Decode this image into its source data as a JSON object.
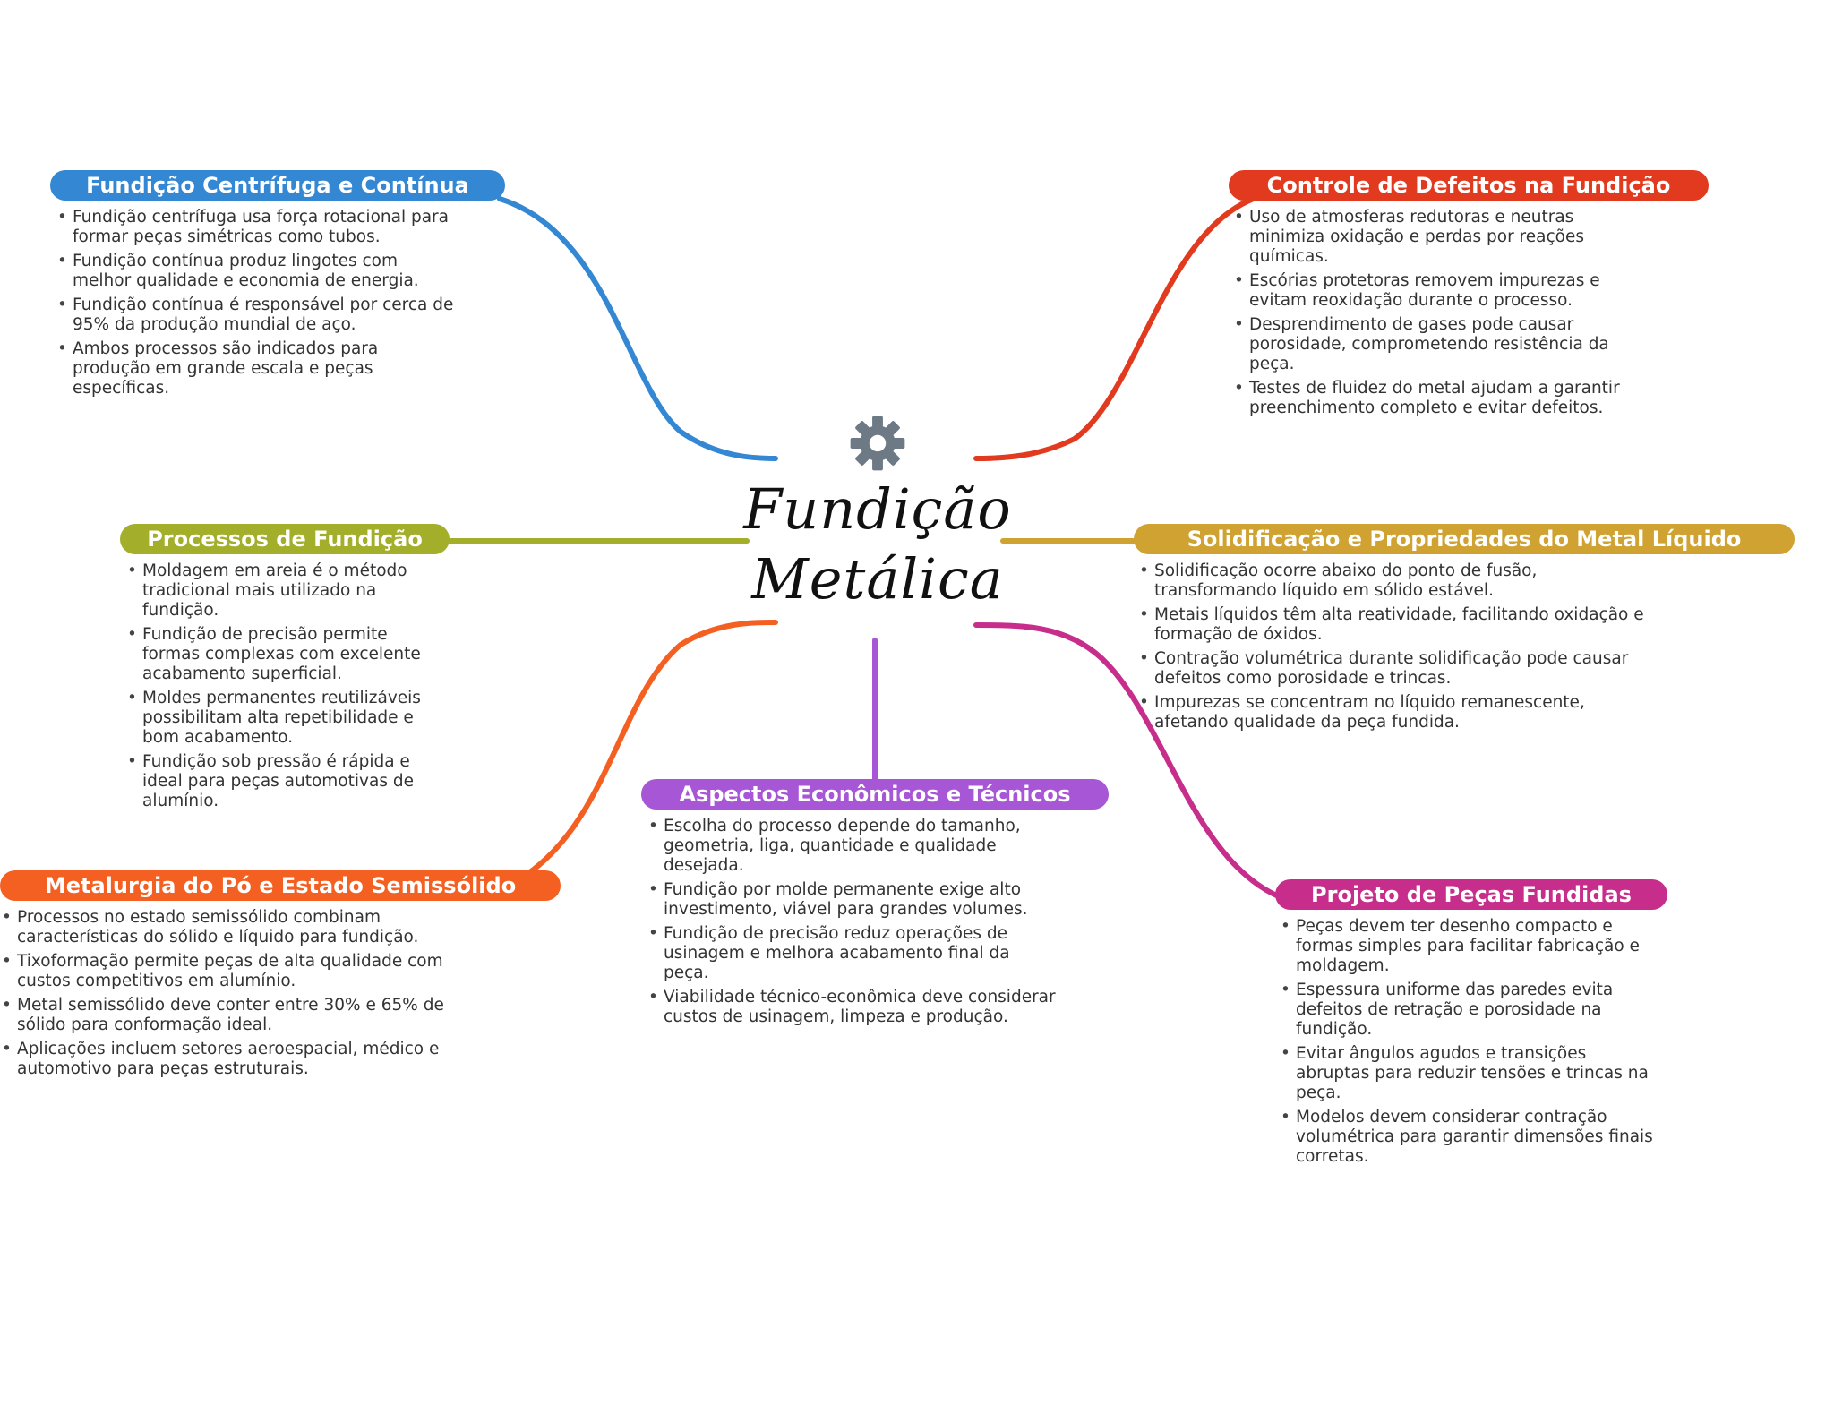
{
  "center": {
    "title_line1": "Fundição",
    "title_line2": "Metálica",
    "icon": "gear-icon"
  },
  "colors": {
    "blue": "#3487D3",
    "red": "#E13A1F",
    "olive": "#A3AE2A",
    "gold": "#CFA231",
    "orange": "#F46022",
    "purple": "#A757D5",
    "magenta": "#C72E8C",
    "gear": "#6D7A86"
  },
  "branches": [
    {
      "id": "centrifuga",
      "color": "#3487D3",
      "title": "Fundição Centrífuga e Contínua",
      "notes": [
        "Fundição centrífuga usa força rotacional para formar peças simétricas como tubos.",
        "Fundição contínua produz lingotes com melhor qualidade e economia de energia.",
        "Fundição contínua é responsável por cerca de 95% da produção mundial de aço.",
        "Ambos processos são indicados para produção em grande escala e peças específicas."
      ]
    },
    {
      "id": "defeitos",
      "color": "#E13A1F",
      "title": "Controle de Defeitos na Fundição",
      "notes": [
        "Uso de atmosferas redutoras e neutras minimiza oxidação e perdas por reações químicas.",
        "Escórias protetoras removem impurezas e evitam reoxidação durante o processo.",
        "Desprendimento de gases pode causar porosidade, comprometendo resistência da peça.",
        "Testes de fluidez do metal ajudam a garantir preenchimento completo e evitar defeitos."
      ]
    },
    {
      "id": "processos",
      "color": "#A3AE2A",
      "title": "Processos de Fundição",
      "notes": [
        "Moldagem em areia é o método tradicional mais utilizado na fundição.",
        "Fundição de precisão permite formas complexas com excelente acabamento superficial.",
        "Moldes permanentes reutilizáveis possibilitam alta repetibilidade e bom acabamento.",
        "Fundição sob pressão é rápida e ideal para peças automotivas de alumínio."
      ]
    },
    {
      "id": "solidificacao",
      "color": "#CFA231",
      "title": "Solidificação e Propriedades do Metal Líquido",
      "notes": [
        "Solidificação ocorre abaixo do ponto de fusão, transformando líquido em sólido estável.",
        "Metais líquidos têm alta reatividade, facilitando oxidação e formação de óxidos.",
        "Contração volumétrica durante solidificação pode causar defeitos como porosidade e trincas.",
        "Impurezas se concentram no líquido remanescente, afetando qualidade da peça fundida."
      ]
    },
    {
      "id": "metalurgia",
      "color": "#F46022",
      "title": "Metalurgia do Pó e Estado Semissólido",
      "notes": [
        "Processos no estado semissólido combinam características do sólido e líquido para fundição.",
        "Tixoformação permite peças de alta qualidade com custos competitivos em alumínio.",
        "Metal semissólido deve conter entre 30% e 65% de sólido para conformação ideal.",
        "Aplicações incluem setores aeroespacial, médico e automotivo para peças estruturais."
      ]
    },
    {
      "id": "aspectos",
      "color": "#A757D5",
      "title": "Aspectos Econômicos e Técnicos",
      "notes": [
        "Escolha do processo depende do tamanho, geometria, liga, quantidade e qualidade desejada.",
        "Fundição por molde permanente exige alto investimento, viável para grandes volumes.",
        "Fundição de precisão reduz operações de usinagem e melhora acabamento final da peça.",
        "Viabilidade técnico-econômica deve considerar custos de usinagem, limpeza e produção."
      ]
    },
    {
      "id": "projeto",
      "color": "#C72E8C",
      "title": "Projeto de Peças Fundidas",
      "notes": [
        "Peças devem ter desenho compacto e formas simples para facilitar fabricação e moldagem.",
        "Espessura uniforme das paredes evita defeitos de retração e porosidade na fundição.",
        "Evitar ângulos agudos e transições abruptas para reduzir tensões e trincas na peça.",
        "Modelos devem considerar contração volumétrica para garantir dimensões finais corretas."
      ]
    }
  ]
}
